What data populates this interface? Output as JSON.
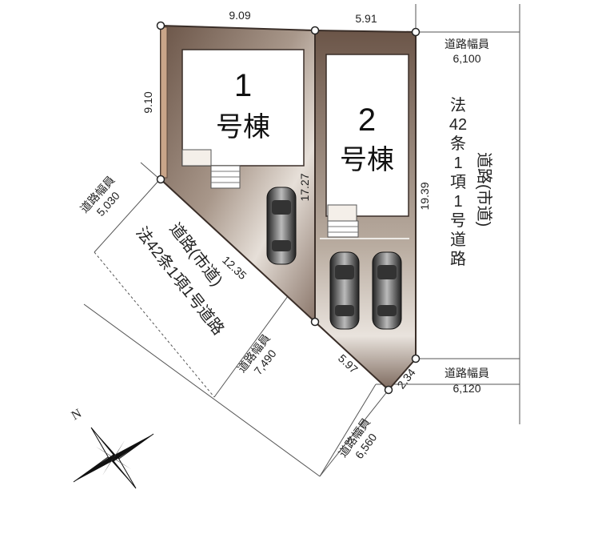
{
  "dimensions": {
    "top_left": "9.09",
    "top_right": "5.91",
    "left": "9.10",
    "middle": "17.27",
    "right": "19.39",
    "diagonal_long": "12.35",
    "diagonal_short": "5.97",
    "corner": "2.34"
  },
  "buildings": [
    {
      "number": "1",
      "label": "号棟"
    },
    {
      "number": "2",
      "label": "号棟"
    }
  ],
  "road_widths": {
    "east_top": {
      "title": "道路幅員",
      "value": "6,100"
    },
    "east_bottom": {
      "title": "道路幅員",
      "value": "6,120"
    },
    "west": {
      "title": "道路幅員",
      "value": "5,030"
    },
    "southwest": {
      "title": "道路幅員",
      "value": "7,490"
    },
    "south": {
      "title": "道路幅員",
      "value": "6,560"
    }
  },
  "road_labels": {
    "east": {
      "line1": "法",
      "line2": "42",
      "line3": "条",
      "line4": "1",
      "line5": "項",
      "line6": "1",
      "line7": "号",
      "line8": "道",
      "line9": "路",
      "sub": "道路(市道)"
    },
    "southwest": {
      "line1": "道路(市道)",
      "line2": "法42条1項1号道路"
    }
  },
  "compass": {
    "north_label": "N"
  },
  "colors": {
    "lot_dark": "#6b5548",
    "lot_light": "#d8cfc6",
    "outline": "#3a2e28"
  }
}
